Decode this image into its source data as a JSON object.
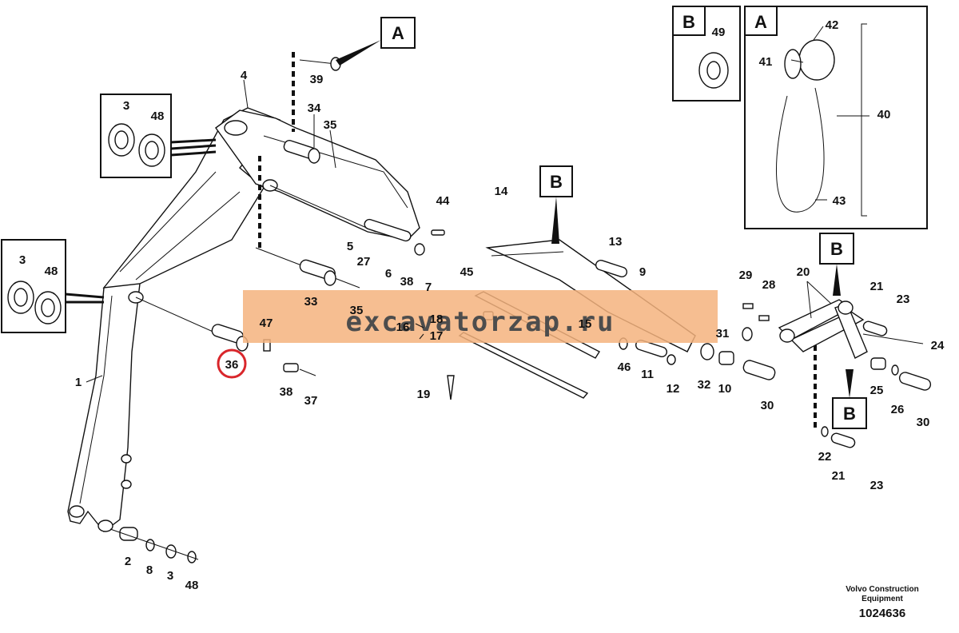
{
  "callouts": [
    {
      "id": "c1",
      "text": "1"
    },
    {
      "id": "c2",
      "text": "2"
    },
    {
      "id": "c3a",
      "text": "3"
    },
    {
      "id": "c3b",
      "text": "3"
    },
    {
      "id": "c3c",
      "text": "3"
    },
    {
      "id": "c4",
      "text": "4"
    },
    {
      "id": "c5",
      "text": "5"
    },
    {
      "id": "c6",
      "text": "6"
    },
    {
      "id": "c7",
      "text": "7"
    },
    {
      "id": "c8",
      "text": "8"
    },
    {
      "id": "c9",
      "text": "9"
    },
    {
      "id": "c10",
      "text": "10"
    },
    {
      "id": "c11",
      "text": "11"
    },
    {
      "id": "c12",
      "text": "12"
    },
    {
      "id": "c13",
      "text": "13"
    },
    {
      "id": "c14",
      "text": "14"
    },
    {
      "id": "c15",
      "text": "15"
    },
    {
      "id": "c16",
      "text": "16"
    },
    {
      "id": "c17",
      "text": "17"
    },
    {
      "id": "c18",
      "text": "18"
    },
    {
      "id": "c19",
      "text": "19"
    },
    {
      "id": "c20",
      "text": "20"
    },
    {
      "id": "c21a",
      "text": "21"
    },
    {
      "id": "c21b",
      "text": "21"
    },
    {
      "id": "c22",
      "text": "22"
    },
    {
      "id": "c23a",
      "text": "23"
    },
    {
      "id": "c23b",
      "text": "23"
    },
    {
      "id": "c24",
      "text": "24"
    },
    {
      "id": "c25",
      "text": "25"
    },
    {
      "id": "c26",
      "text": "26"
    },
    {
      "id": "c27",
      "text": "27"
    },
    {
      "id": "c28",
      "text": "28"
    },
    {
      "id": "c29",
      "text": "29"
    },
    {
      "id": "c30a",
      "text": "30"
    },
    {
      "id": "c30b",
      "text": "30"
    },
    {
      "id": "c31",
      "text": "31"
    },
    {
      "id": "c32",
      "text": "32"
    },
    {
      "id": "c33",
      "text": "33"
    },
    {
      "id": "c34",
      "text": "34"
    },
    {
      "id": "c35a",
      "text": "35"
    },
    {
      "id": "c35b",
      "text": "35"
    },
    {
      "id": "c36",
      "text": "36"
    },
    {
      "id": "c37",
      "text": "37"
    },
    {
      "id": "c38a",
      "text": "38"
    },
    {
      "id": "c38b",
      "text": "38"
    },
    {
      "id": "c39",
      "text": "39"
    },
    {
      "id": "c40",
      "text": "40"
    },
    {
      "id": "c41",
      "text": "41"
    },
    {
      "id": "c42",
      "text": "42"
    },
    {
      "id": "c43",
      "text": "43"
    },
    {
      "id": "c44",
      "text": "44"
    },
    {
      "id": "c45",
      "text": "45"
    },
    {
      "id": "c46",
      "text": "46"
    },
    {
      "id": "c47",
      "text": "47"
    },
    {
      "id": "c48a",
      "text": "48"
    },
    {
      "id": "c48b",
      "text": "48"
    },
    {
      "id": "c48c",
      "text": "48"
    },
    {
      "id": "c49",
      "text": "49"
    }
  ],
  "boxes": {
    "a_top": "A",
    "a_detail": "A",
    "b_detail": "B",
    "b_arm": "B",
    "b_right_top": "B",
    "b_right_bottom": "B"
  },
  "watermark": "excavatorzap.ru",
  "footer": {
    "credit_line1": "Volvo Construction",
    "credit_line2": "Equipment",
    "doc_number": "1024636"
  },
  "colors": {
    "watermark_band": "#f5b37e",
    "highlight_circle": "#d9262b",
    "line_art": "#111111"
  }
}
